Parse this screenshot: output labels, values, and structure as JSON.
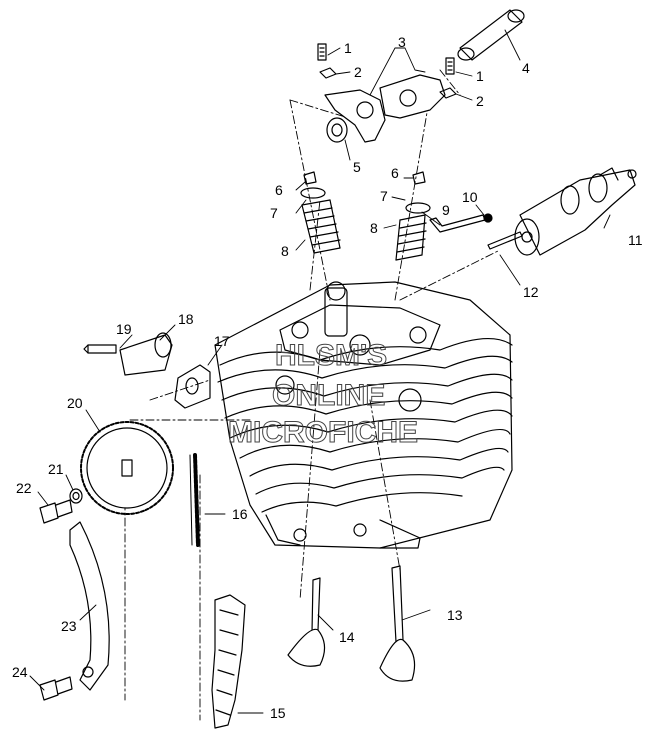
{
  "diagram": {
    "callouts": [
      {
        "id": "c1a",
        "text": "1"
      },
      {
        "id": "c2a",
        "text": "2"
      },
      {
        "id": "c3",
        "text": "3"
      },
      {
        "id": "c1b",
        "text": "1"
      },
      {
        "id": "c2b",
        "text": "2"
      },
      {
        "id": "c4",
        "text": "4"
      },
      {
        "id": "c5",
        "text": "5"
      },
      {
        "id": "c6a",
        "text": "6"
      },
      {
        "id": "c7a",
        "text": "7"
      },
      {
        "id": "c8a",
        "text": "8"
      },
      {
        "id": "c6b",
        "text": "6"
      },
      {
        "id": "c7b",
        "text": "7"
      },
      {
        "id": "c8b",
        "text": "8"
      },
      {
        "id": "c9",
        "text": "9"
      },
      {
        "id": "c10",
        "text": "10"
      },
      {
        "id": "c11",
        "text": "11"
      },
      {
        "id": "c12",
        "text": "12"
      },
      {
        "id": "c13",
        "text": "13"
      },
      {
        "id": "c14",
        "text": "14"
      },
      {
        "id": "c15",
        "text": "15"
      },
      {
        "id": "c16",
        "text": "16"
      },
      {
        "id": "c17",
        "text": "17"
      },
      {
        "id": "c18",
        "text": "18"
      },
      {
        "id": "c19",
        "text": "19"
      },
      {
        "id": "c20",
        "text": "20"
      },
      {
        "id": "c21",
        "text": "21"
      },
      {
        "id": "c22",
        "text": "22"
      },
      {
        "id": "c23",
        "text": "23"
      },
      {
        "id": "c24",
        "text": "24"
      }
    ],
    "watermark": {
      "line1": "HLSM'S",
      "line2": "ONLINE",
      "line3": "MICROFICHE"
    }
  }
}
